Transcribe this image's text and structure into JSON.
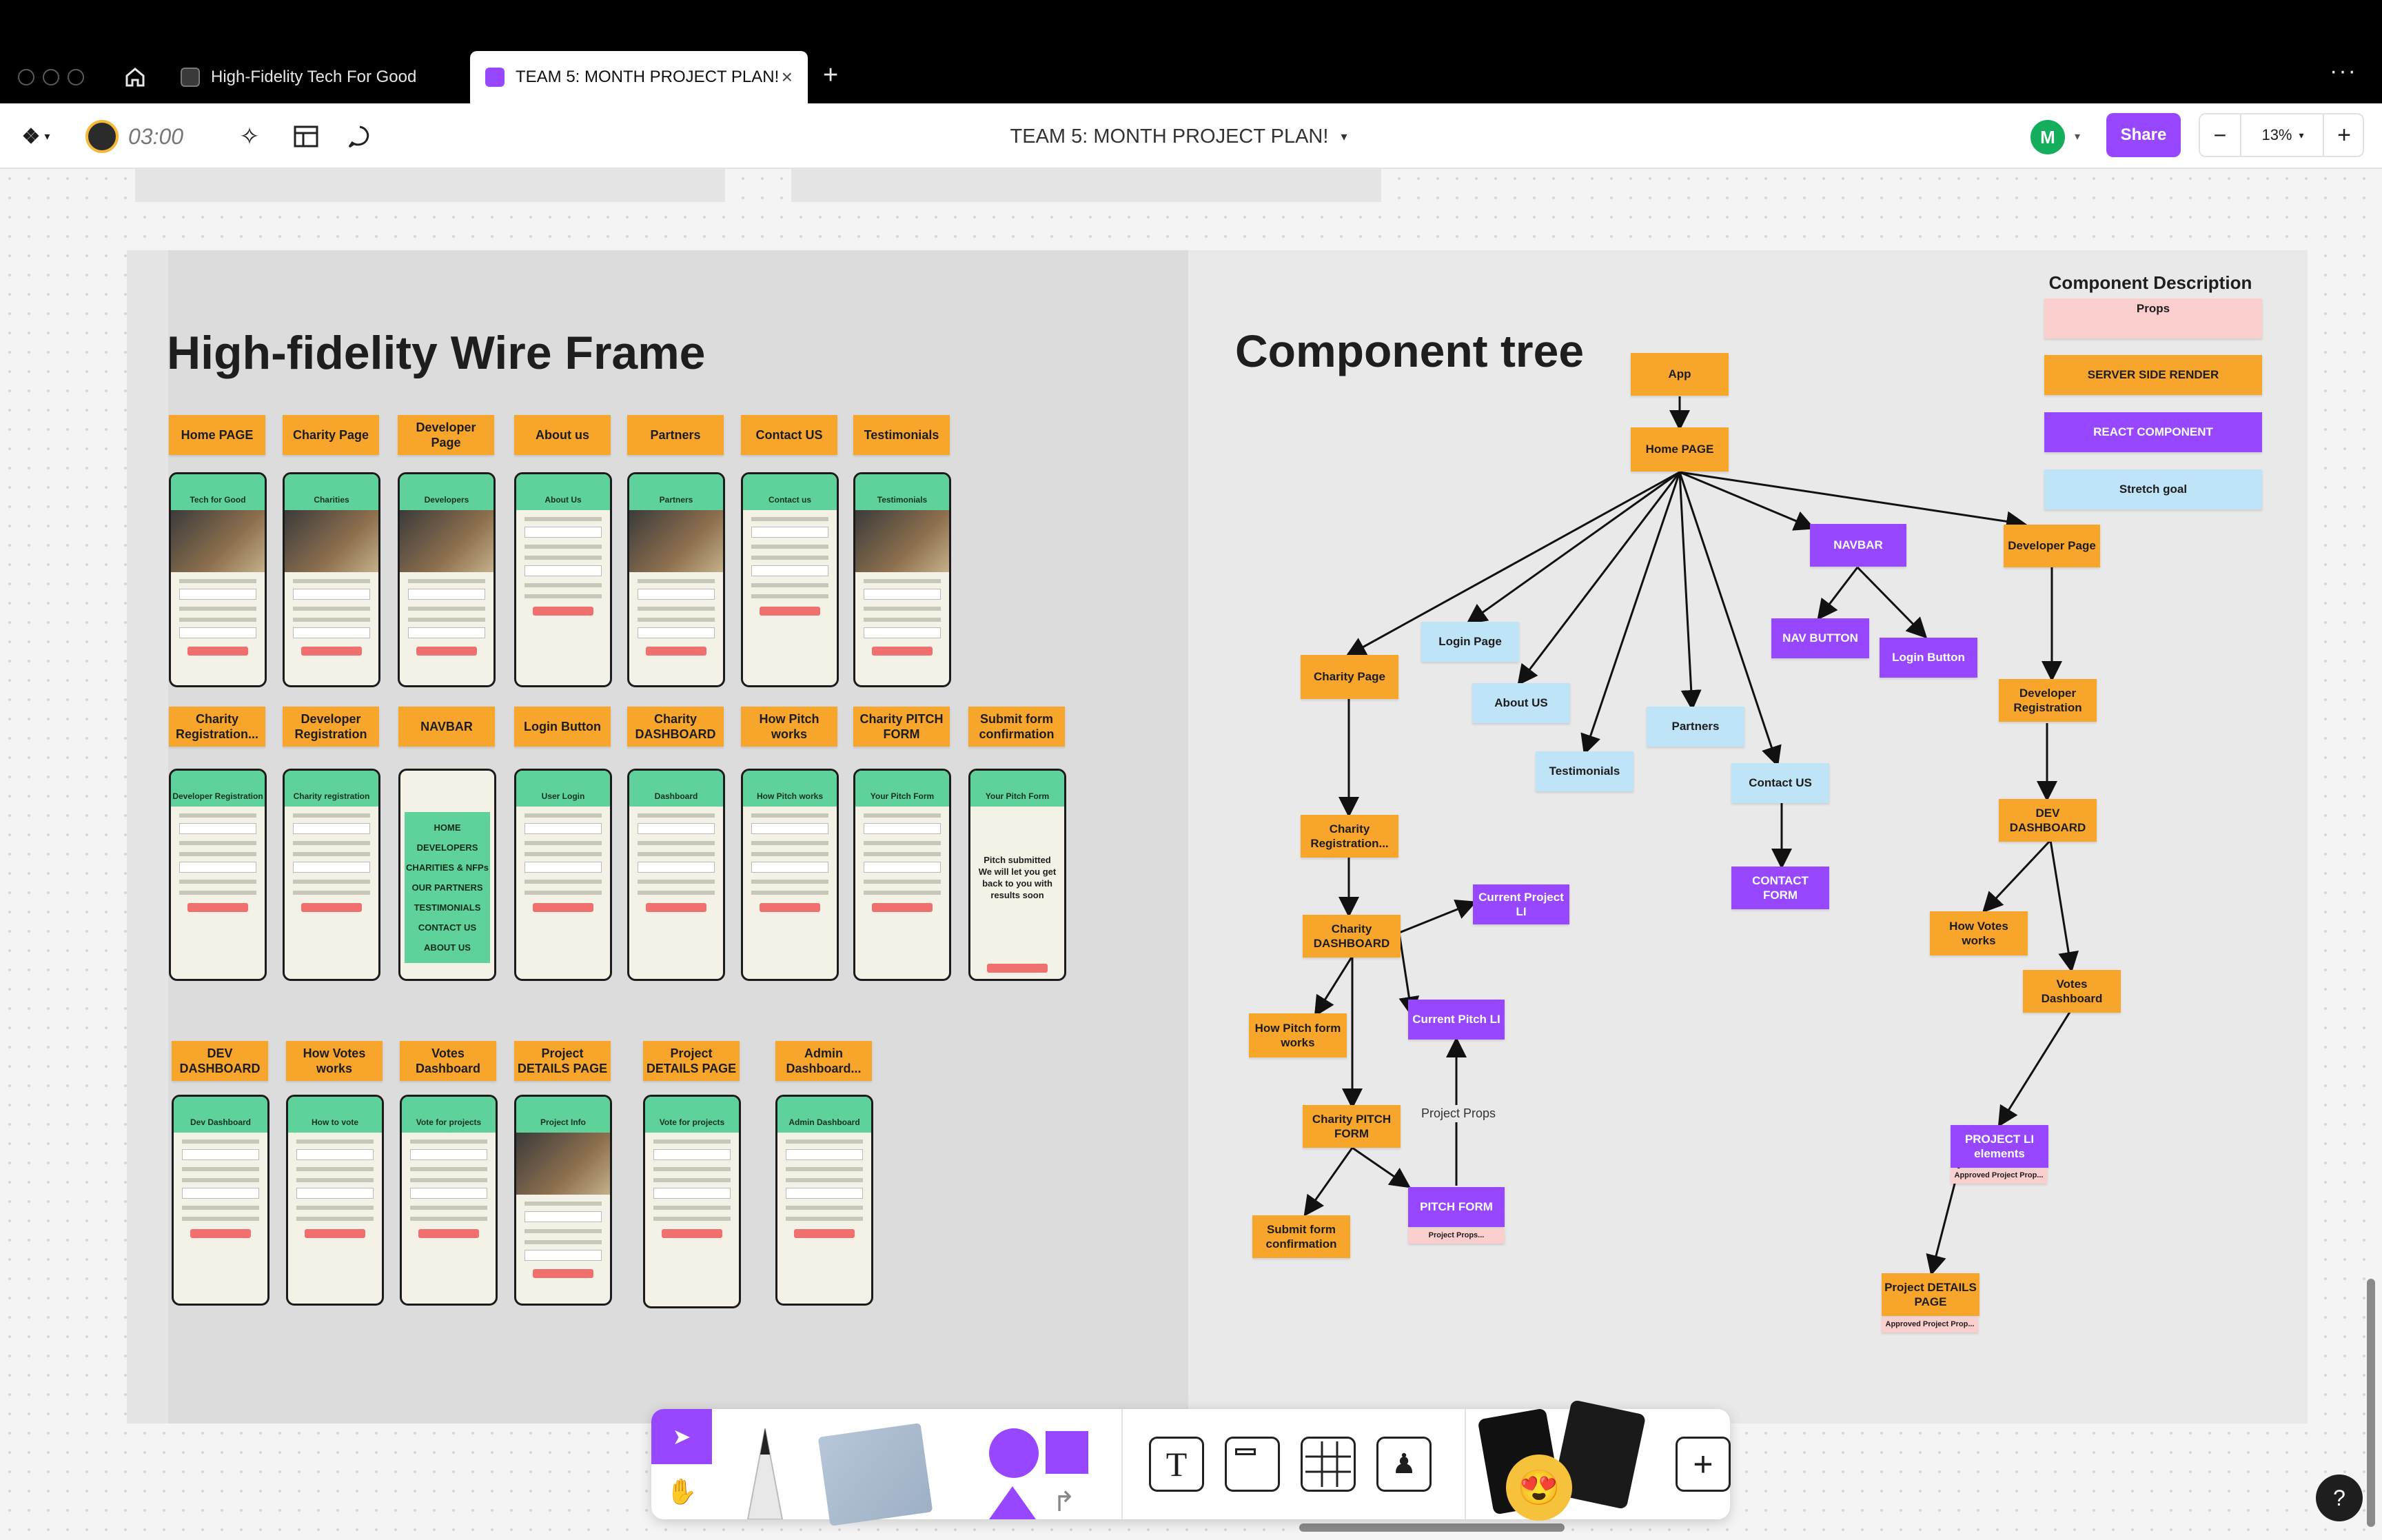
{
  "tabs": [
    {
      "label": "High-Fidelity Tech For Good"
    },
    {
      "label": "TEAM 5: MONTH PROJECT PLAN!"
    }
  ],
  "toolbar": {
    "timer": "03:00",
    "file_title": "TEAM 5: MONTH PROJECT PLAN!",
    "avatar_initial": "M",
    "share_label": "Share",
    "zoom_label": "13%"
  },
  "wireframe": {
    "title": "High-fidelity Wire Frame",
    "row1": [
      "Home PAGE",
      "Charity Page",
      "Developer Page",
      "About us",
      "Partners",
      "Contact US",
      "Testimonials"
    ],
    "row2": [
      "Charity Registration...",
      "Developer Registration",
      "NAVBAR",
      "Login Button",
      "Charity DASHBOARD",
      "How Pitch works",
      "Charity PITCH FORM",
      "Submit form confirmation"
    ],
    "row3": [
      "DEV DASHBOARD",
      "How Votes works",
      "Votes Dashboard",
      "Project DETAILS PAGE",
      "Project DETAILS PAGE",
      "Admin Dashboard..."
    ],
    "phones1": [
      "Tech for Good",
      "Charities",
      "Developers",
      "About Us",
      "Partners",
      "Contact us",
      "Testimonials"
    ],
    "phones2": [
      "Developer Registration",
      "Charity registration",
      "",
      "User Login",
      "Dashboard",
      "How Pitch works",
      "Your Pitch Form",
      "Your Pitch Form"
    ],
    "phones3": [
      "Dev Dashboard",
      "How to vote",
      "Vote for projects",
      "Project Info",
      "Vote for projects",
      "Admin Dashboard"
    ],
    "navbar_items": [
      "HOME",
      "DEVELOPERS",
      "CHARITIES & NFPs",
      "OUR PARTNERS",
      "TESTIMONIALS",
      "CONTACT US",
      "ABOUT US"
    ],
    "submit_text": "Pitch submitted We will let you get back to you with results soon"
  },
  "tree": {
    "title": "Component tree",
    "legend_title": "Component Description",
    "legend": [
      "Props",
      "SERVER SIDE RENDER",
      "REACT COMPONENT",
      "Stretch goal"
    ],
    "app": "App",
    "home": "Home PAGE",
    "charity_page": "Charity Page",
    "login_page": "Login Page",
    "about": "About US",
    "testimonials": "Testimonials",
    "partners": "Partners",
    "contact": "Contact US",
    "navbar": "NAVBAR",
    "nav_button": "NAV BUTTON",
    "login_button": "Login Button",
    "developer_page": "Developer Page",
    "charity_reg": "Charity Registration...",
    "charity_dash": "Charity DASHBOARD",
    "current_project_li": "Current Project LI",
    "current_pitch_li": "Current Pitch LI",
    "how_pitch": "How Pitch form works",
    "charity_pitch_form": "Charity PITCH FORM",
    "project_props": "Project Props",
    "pitch_form": "PITCH FORM",
    "project_props_small": "Project Props...",
    "submit_confirm": "Submit form confirmation",
    "contact_form": "CONTACT FORM",
    "dev_reg": "Developer Registration",
    "dev_dash": "DEV DASHBOARD",
    "how_votes": "How Votes works",
    "votes_dash": "Votes Dashboard",
    "project_li": "PROJECT LI elements",
    "approved_props": "Approved Project Prop...",
    "project_details": "Project DETAILS PAGE"
  },
  "colors": {
    "orange": "#f8a52b",
    "purple": "#9747ff",
    "blue": "#bfe3f7",
    "pink": "#fccfcf",
    "green": "#5fd29b"
  }
}
